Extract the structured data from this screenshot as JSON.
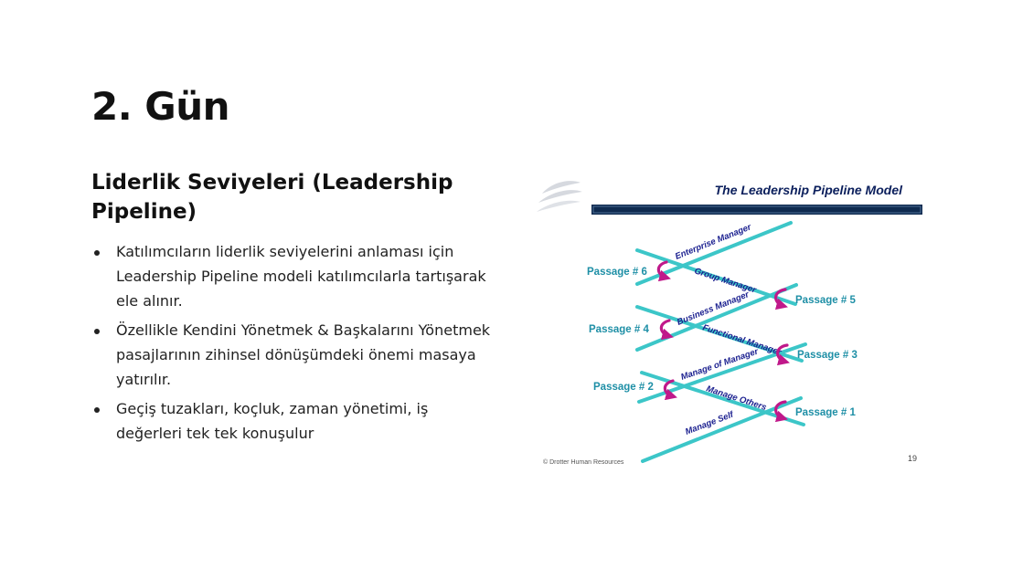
{
  "slide": {
    "title": "2. Gün",
    "heading": "Liderlik Seviyeleri (Leadership Pipeline)",
    "bullets": [
      "Katılımcıların liderlik seviyelerini anlaması için Leadership Pipeline modeli katılımcılarla tartışarak ele alınır.",
      "Özellikle Kendini Yönetmek & Başkalarını Yönetmek pasajlarının zihinsel dönüşümdeki önemi masaya yatırılır.",
      "Geçiş tuzakları, koçluk, zaman yönetimi, iş değerleri tek tek konuşulur"
    ]
  },
  "figure": {
    "title": "The Leadership Pipeline Model",
    "levels": [
      "Manage Self",
      "Manage Others",
      "Manage of Manager",
      "Functional Manager",
      "Business Manager",
      "Group Manager",
      "Enterprise Manager"
    ],
    "passages": [
      "Passage # 1",
      "Passage # 2",
      "Passage # 3",
      "Passage # 4",
      "Passage # 5",
      "Passage # 6"
    ],
    "copyright": "© Drotter Human Resources",
    "page_number": "19",
    "colors": {
      "pipe": "#3cc6c8",
      "arrow": "#c0188a",
      "label": "#1a1f8f",
      "passage": "#1e8fa6",
      "banner": "#0e2a4f",
      "title": "#0b1f5c"
    }
  }
}
